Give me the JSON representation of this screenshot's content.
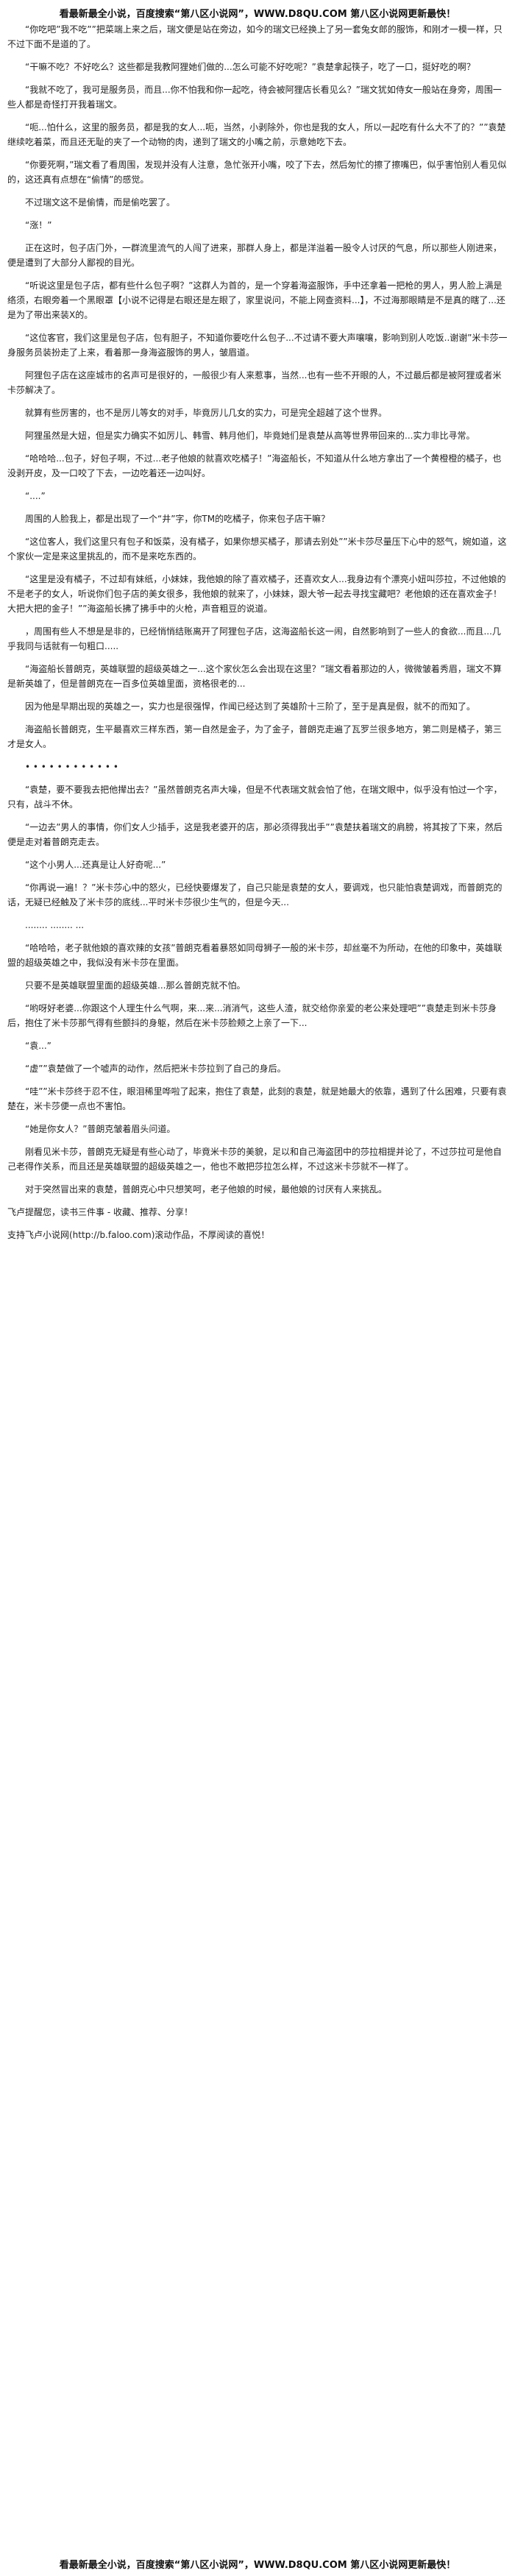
{
  "header": {
    "banner": "看最新最全小说，百度搜索“第八区小说网”，WWW.D8QU.COM 第八区小说网更新最快！"
  },
  "paragraphs": [
    "“你吃吧”我不吃””把菜端上来之后，瑞文便是站在旁边，如今的瑞文已经换上了另一套兔女郎的服饰，和刚才一模一样，只不过下面不是道的了。",
    "“干嘛不吃？不好吃么？这些都是我教阿狸她们做的...怎么可能不好吃呢？”袁楚拿起筷子，吃了一口，挺好吃的啊？",
    "“我就不吃了，我可是服务员，而且...你不怕我和你一起吃，待会被阿狸店长看见么？”瑞文犹如侍女一般站在身旁，周围一些人都是奇怪打开我着瑞文。",
    "“呃...怕什么，这里的服务员，都是我的女人...呃，当然，小剥除外，你也是我的女人，所以一起吃有什么大不了的？””袁楚继续吃着菜，而且还无耻的夹了一个动物的肉，递到了瑞文的小嘴之前，示意她吃下去。",
    "“你要死啊，”瑞文看了看周围，发现并没有人注意，急忙张开小嘴，咬了下去，然后匆忙的擦了擦嘴巴，似乎害怕别人看见似的，这还真有点想在“偷情”的感觉。",
    "不过瑞文这不是偷情，而是偷吃罢了。",
    "“涨！”",
    "正在这时，包子店门外，一群流里流气的人闯了进来，那群人身上，都是洋溢着一股令人讨厌的气息，所以那些人刚进来，便是遭到了大部分人鄙视的目光。",
    "“听说这里是包子店，都有些什么包子啊？”这群人为首的，是一个穿着海盗服饰，手中还拿着一把枪的男人，男人脸上满是络须，右眼旁着一个黑眼罩【小说不记得是右眼还是左眼了，家里说问，不能上网查资料...】，不过海那眼睛是不是真的瞎了...还是为了带出来装X的。",
    "“这位客官，我们这里是包子店，包有胆子，不知道你要吃什么包子...不过请不要大声嚷嚷，影响到别人吃饭..谢谢”米卡莎一身服务员装扮走了上来，看着那一身海盗服饰的男人，皱眉道。",
    "阿狸包子店在这座城市的名声可是很好的，一般很少有人来惹事，当然...也有一些不开眼的人，不过最后都是被阿狸或者米卡莎解决了。",
    "就算有些厉害的，也不是厉儿等女的对手，毕竟厉儿几女的实力，可是完全超越了这个世界。",
    "阿狸虽然是大妞，但是实力确实不如厉儿、韩雪、韩月他们，毕竟她们是袁楚从高等世界带回来的...实力非比寻常。",
    "“哈哈哈...包子，好包子啊，不过...老子他娘的就喜欢吃橘子！”海盗船长，不知道从什么地方拿出了一个黄橙橙的橘子，也没剥开皮，及一口咬了下去，一边吃着还一边叫好。",
    "“....”",
    "周围的人脸我上，都是出现了一个“井”字，你TM的吃橘子，你来包子店干嘛？",
    "“这位客人，我们这里只有包子和饭菜，没有橘子，如果你想买橘子，那请去别处””米卡莎尽量压下心中的怒气，婉如道，这个家伙一定是来这里挑乱的，而不是来吃东西的。",
    "“这里是没有橘子，不过却有妹纸，小妹妹，我他娘的除了喜欢橘子，还喜欢女人...我身边有个漂亮小妞叫莎拉，不过他娘的不是老子的女人，听说你们包子店的美女很多，我他娘的就来了，小妹妹，跟大爷一起去寻找宝藏吧？老他娘的还在喜欢金子！大把大把的金子！””海盗船长拂了拂手中的火枪，声音粗豆的说道。",
    "，周围有些人不想是是非的，已经悄悄结账离开了阿狸包子店，这海盗船长这一闹，自然影响到了一些人的食欲...而且...几乎我同与话就有一句粗口.....",
    "“海盗船长普朗克，英雄联盟的超级英雄之一...这个家伙怎么会出现在这里？”瑞文看着那边的人，微微皱着秀眉，瑞文不算是新英雄了，但是普朗克在一百多位英雄里面，资格很老的...",
    "因为他是早期出现的英雄之一，实力也是很强悍，作闻已经达到了英雄阶十三阶了，至于是真是假，就不的而知了。",
    "海盗船长普朗克，生平最喜欢三样东西，第一自然是金子，为了金子，普朗克走遍了瓦罗兰很多地方，第二则是橘子，第三才是女人。",
    "• • • • • • • • • • • •",
    "“袁楚，要不要我去把他撵出去？”虽然普朗克名声大噪，但是不代表瑞文就会怕了他，在瑞文眼中，似乎没有怕过一个字，只有，战斗不休。",
    "“一边去”男人的事情，你们女人少插手，这是我老婆开的店，那必须得我出手””袁楚扶着瑞文的肩膀，将其按了下来，然后便是走对着普朗克走去。",
    "“这个小男人...还真是让人好奇呢...”",
    "“你再说一遍！？”米卡莎心中的怒火，已经快要爆发了，自己只能是袁楚的女人，要调戏，也只能怕袁楚调戏，而普朗克的话，无疑已经触及了米卡莎的底线...平时米卡莎很少生气的，但是今天...",
    "........ ........ ...",
    "“哈哈哈，老子就他娘的喜欢辣的女孩”普朗克看着暴怒如同母狮子一般的米卡莎，却丝毫不为所动，在他的印象中，英雄联盟的超级英雄之中，我似没有米卡莎在里面。",
    "只要不是英雄联盟里面的超级英雄...那么普朗克就不怕。",
    "“哟呀好老婆...你跟这个人理生什么气啊，来...来...消消气，这些人渣，就交给你亲爱的老公来处理吧””袁楚走到米卡莎身后，抱住了米卡莎那气得有些颤抖的身躯，然后在米卡莎脸颊之上亲了一下...",
    "“袁...”",
    "“虚””袁楚做了一个嘘声的动作，然后把米卡莎拉到了自己的身后。",
    "“哇””米卡莎终于忍不住，眼泪稀里哗啦了起来，抱住了袁楚，此刻的袁楚，就是她最大的依靠，遇到了什么困难，只要有袁楚在，米卡莎便一点也不害怕。",
    "“她是你女人？”普朗克皱着眉头问道。",
    "刚看见米卡莎，普朗克无疑是有些心动了，毕竟米卡莎的美貌，足以和自己海盗团中的莎拉相提并论了，不过莎拉可是他自己老得作关系，而且还是英雄联盟的超级英雄之一，他也不敢把莎拉怎么样，不过这米卡莎就不一样了。",
    "对于突然冒出来的袁楚，普朗克心中只想笑呵，老子他娘的时候，最他娘的讨厌有人来挑乱。",
    "飞卢提醒您，读书三件事 - 收藏、推荐、分享！",
    "支持飞卢小说网(http://b.faloo.com)滚动作品，不厚阅读的喜悦！"
  ],
  "footer": {
    "banner": "看最新最全小说，百度搜索“第八区小说网”，WWW.D8QU.COM 第八区小说网更新最快！"
  }
}
